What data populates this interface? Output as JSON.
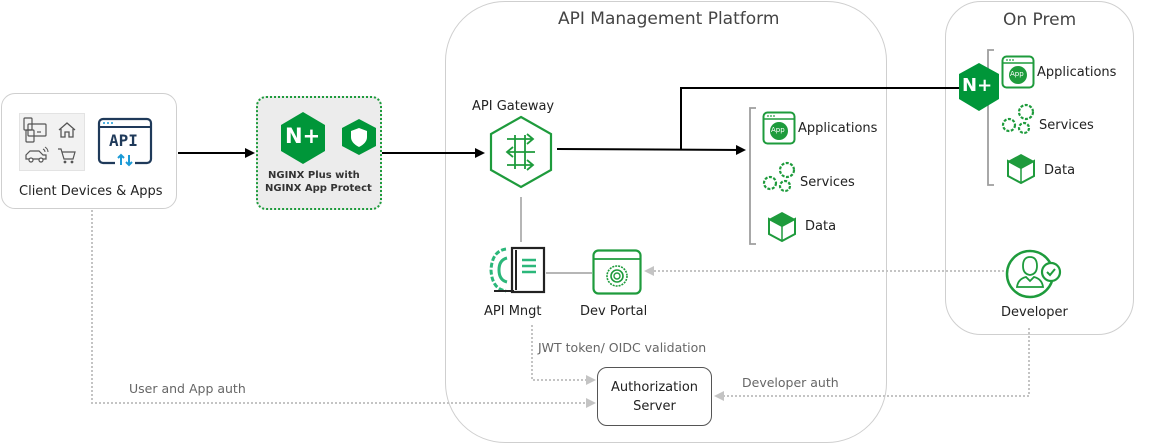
{
  "colors": {
    "nginx_green": "#009639",
    "icon_green": "#1e9b3c",
    "teal": "#2bb77a",
    "api_dark": "#1f3a5a",
    "api_blue": "#1a9ad6",
    "flow_line": "#000000",
    "auth_line": "#bdbdbd",
    "region_border": "#cfcfcf"
  },
  "client": {
    "label": "Client Devices & Apps",
    "icons": [
      "devices-icon",
      "home-icon",
      "car-icon",
      "cart-icon",
      "api-icon"
    ],
    "api_text": "API"
  },
  "nginx_plus": {
    "logo_text": "N+",
    "line1": "NGINX Plus with",
    "line2": "NGINX App Protect"
  },
  "api_management_platform": {
    "title": "API Management Platform",
    "api_gateway": "API Gateway",
    "api_mngt": "API Mngt",
    "dev_portal": "Dev Portal",
    "jwt_label": "JWT token/ OIDC validation",
    "backend": {
      "items": [
        {
          "icon": "app-window-icon",
          "label": "Applications",
          "badge": "App"
        },
        {
          "icon": "gears-icon",
          "label": "Services"
        },
        {
          "icon": "cube-icon",
          "label": "Data"
        }
      ]
    }
  },
  "on_prem": {
    "title": "On Prem",
    "logo_text": "N+",
    "items": [
      {
        "icon": "app-window-icon",
        "label": "Applications",
        "badge": "App"
      },
      {
        "icon": "gears-icon",
        "label": "Services"
      },
      {
        "icon": "cube-icon",
        "label": "Data"
      }
    ],
    "developer": "Developer"
  },
  "authorization_server": {
    "line1": "Authorization",
    "line2": "Server"
  },
  "edges": {
    "user_app_auth": "User and App auth",
    "developer_auth": "Developer auth"
  }
}
